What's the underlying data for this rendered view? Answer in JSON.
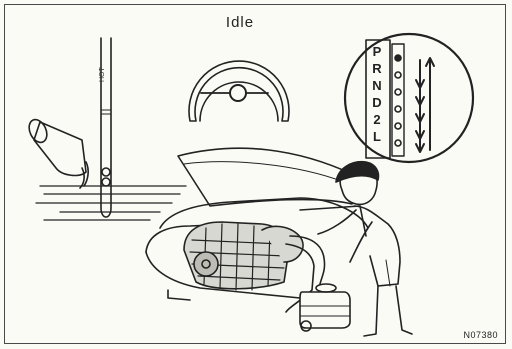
{
  "illustration": {
    "gauge_label": "Idle",
    "dipstick_label": "HOT",
    "figure_code": "N07380",
    "gear_positions": [
      "P",
      "R",
      "N",
      "D",
      "2",
      "L"
    ]
  },
  "colors": {
    "line": "#222222",
    "background": "#fbfbf6"
  }
}
